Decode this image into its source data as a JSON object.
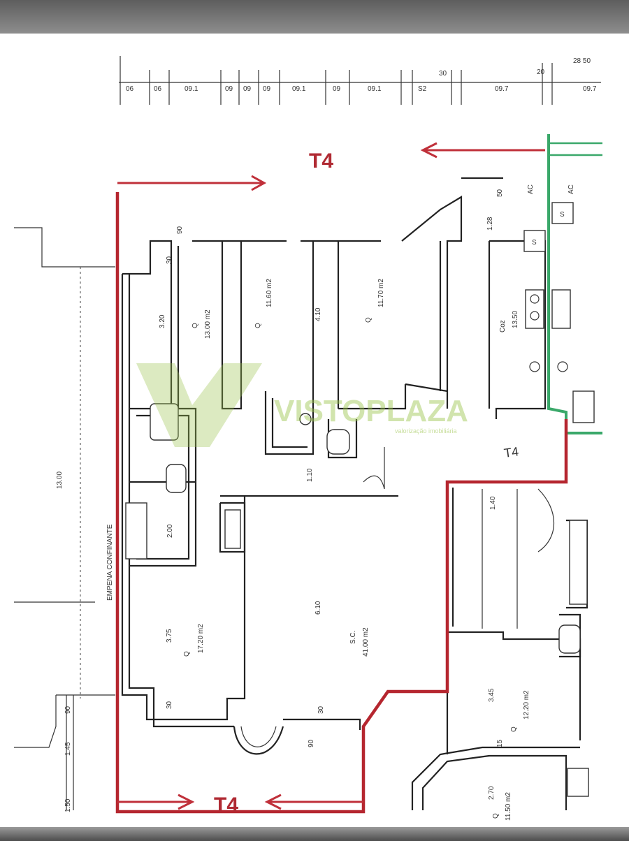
{
  "top_ruler_numbers": [
    "06",
    "06",
    "09.1",
    "09",
    "09",
    "09",
    "09.1",
    "09",
    "09.1",
    "S2",
    "30",
    "09.7",
    "20",
    "09.7",
    "28 50"
  ],
  "unit_labels": {
    "t4_top": "T4",
    "t4_bottom": "T4",
    "t4_hand": "T4"
  },
  "rooms": [
    {
      "id": "room1",
      "code": "Q",
      "area": "13.00 m2"
    },
    {
      "id": "room2",
      "code": "Q",
      "area": "11.60 m2"
    },
    {
      "id": "room3",
      "code": "Q",
      "area": "11.70 m2"
    },
    {
      "id": "room4",
      "code": "Coz",
      "area": "13.50"
    },
    {
      "id": "room5",
      "code": "Q",
      "area": "17.20 m2"
    },
    {
      "id": "room6",
      "code": "S.C.",
      "area": "41.00 m2"
    },
    {
      "id": "room7",
      "code": "Q",
      "area": "12.20 m2"
    },
    {
      "id": "room8",
      "code": "Q",
      "area": "11.50 m2"
    }
  ],
  "dimensions": {
    "d_13_00": "13.00",
    "d_3_20": "3.20",
    "d_3_75": "3.75",
    "d_6_10": "6.10",
    "d_4_10": "4.10",
    "d_3_45": "3.45",
    "d_2_70": "2.70",
    "d_1_50": "1.50",
    "d_1_45": "1.45",
    "d_1_40": "1.40",
    "d_1_10": "1.10",
    "d_2_00": "2.00",
    "d_90": "90",
    "d_30": "30",
    "d_15": "15",
    "d_50": "50",
    "d_1_28": "1.28",
    "d_ac": "AC"
  },
  "annotations": {
    "empena": "EMPENA CONFINANTE",
    "s1": "S",
    "s2": "S"
  },
  "watermark": {
    "brand": "VISTOPLAZA",
    "tagline": "valorização imobiliária"
  },
  "colors": {
    "red_outline": "#b5262f",
    "green_outline": "#3aa86a",
    "watermark": "#9bc44c"
  }
}
